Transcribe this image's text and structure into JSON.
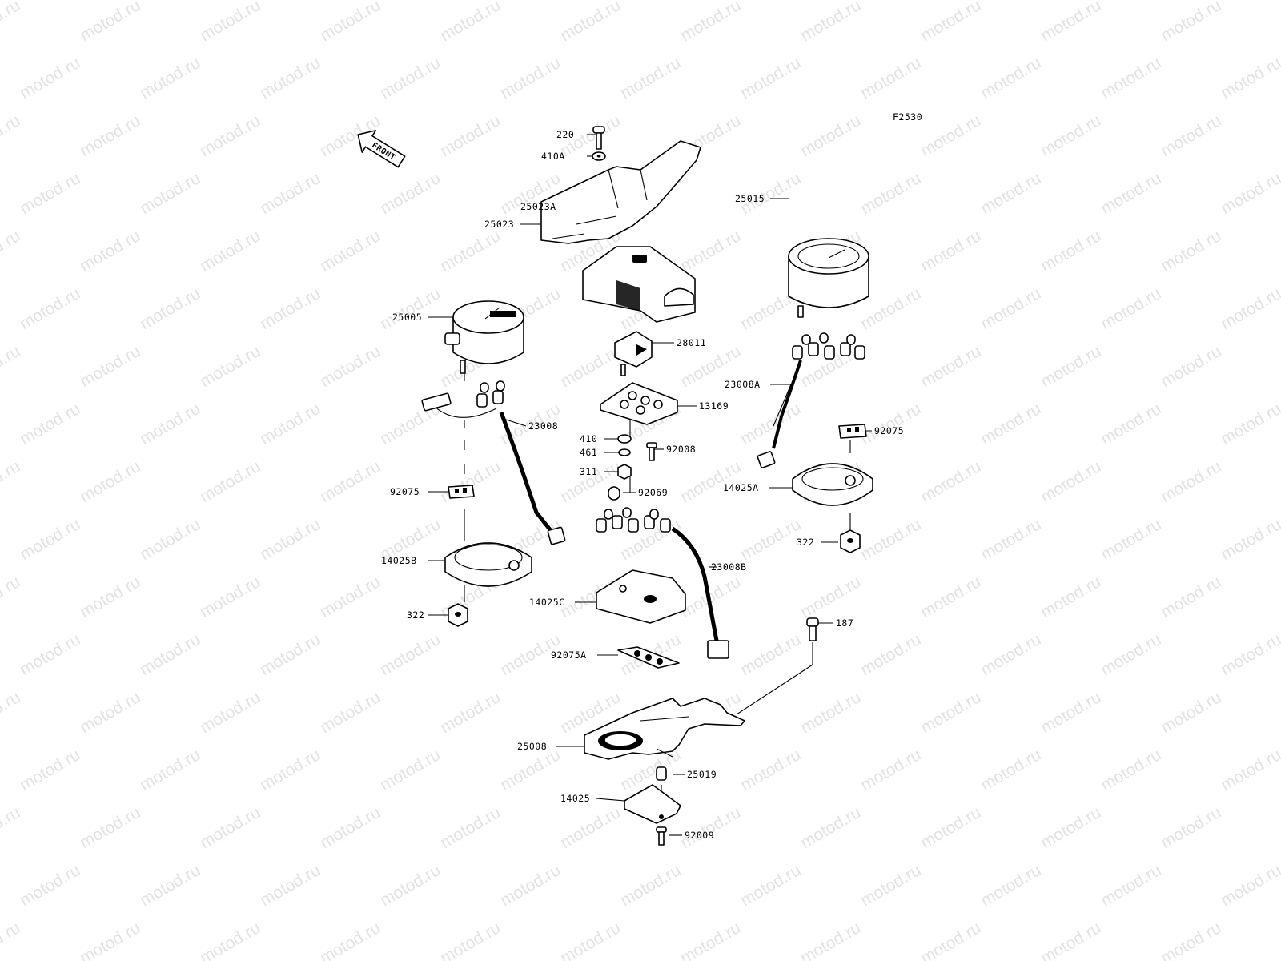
{
  "figure_code": "F2530",
  "watermark": "motod.ru",
  "front_arrow": "FRONT",
  "parts": [
    {
      "id": "p220",
      "label": "220"
    },
    {
      "id": "p410A",
      "label": "410A"
    },
    {
      "id": "p25023",
      "label": "25023"
    },
    {
      "id": "p25023A",
      "label": "25023A"
    },
    {
      "id": "p25015",
      "label": "25015"
    },
    {
      "id": "p25005",
      "label": "25005"
    },
    {
      "id": "p28011",
      "label": "28011"
    },
    {
      "id": "p23008A",
      "label": "23008A"
    },
    {
      "id": "p13169",
      "label": "13169"
    },
    {
      "id": "p23008",
      "label": "23008"
    },
    {
      "id": "p92075r",
      "label": "92075"
    },
    {
      "id": "p410",
      "label": "410"
    },
    {
      "id": "p461",
      "label": "461"
    },
    {
      "id": "p92008",
      "label": "92008"
    },
    {
      "id": "p311",
      "label": "311"
    },
    {
      "id": "p14025A",
      "label": "14025A"
    },
    {
      "id": "p92075l",
      "label": "92075"
    },
    {
      "id": "p92069",
      "label": "92069"
    },
    {
      "id": "p322r",
      "label": "322"
    },
    {
      "id": "p14025B",
      "label": "14025B"
    },
    {
      "id": "p23008B",
      "label": "23008B"
    },
    {
      "id": "p14025C",
      "label": "14025C"
    },
    {
      "id": "p322l",
      "label": "322"
    },
    {
      "id": "p187",
      "label": "187"
    },
    {
      "id": "p92075A",
      "label": "92075A"
    },
    {
      "id": "p25008",
      "label": "25008"
    },
    {
      "id": "p25019",
      "label": "25019"
    },
    {
      "id": "p14025",
      "label": "14025"
    },
    {
      "id": "p92009",
      "label": "92009"
    }
  ]
}
